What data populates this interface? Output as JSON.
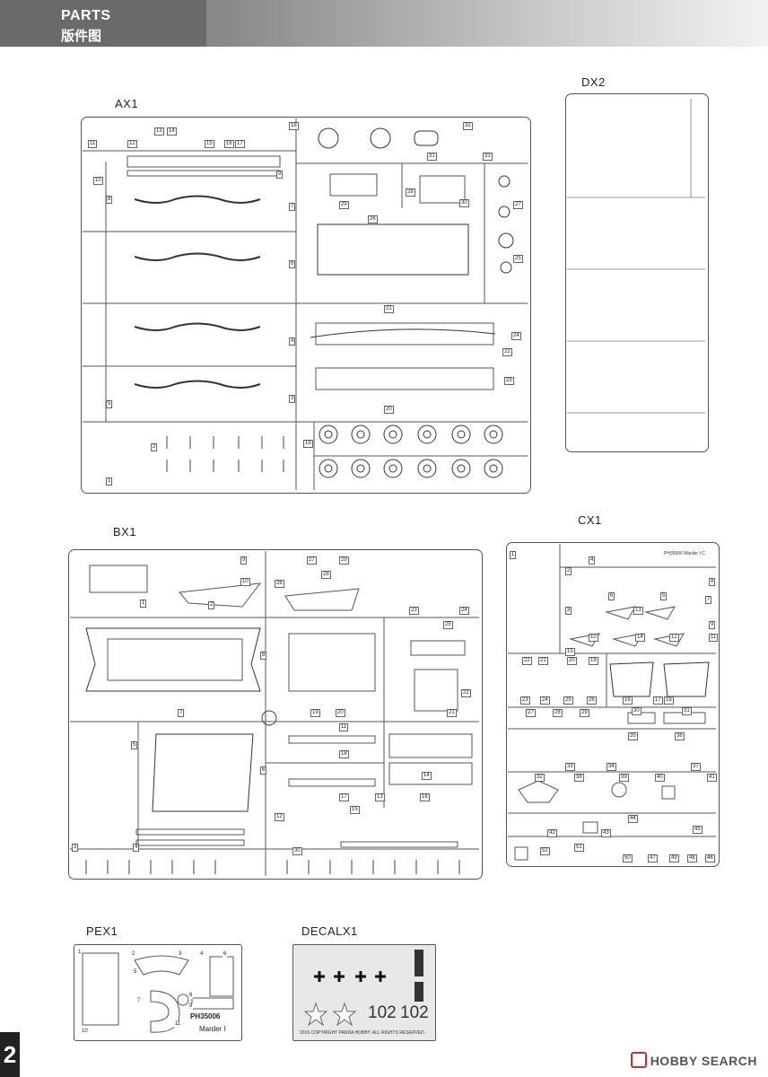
{
  "header": {
    "title_en": "PARTS",
    "title_cn": "版件图"
  },
  "page_number": "2",
  "sprues": {
    "ax1": {
      "label": "AX1",
      "parts": [
        "11",
        "10",
        "12",
        "13",
        "14",
        "15",
        "16",
        "17",
        "18",
        "9",
        "8",
        "7",
        "6",
        "5",
        "4",
        "3",
        "2",
        "1",
        "19",
        "20",
        "21",
        "22",
        "23",
        "24",
        "25",
        "26",
        "27",
        "28",
        "29",
        "30",
        "31",
        "32",
        "33"
      ]
    },
    "dx2": {
      "label": "DX2"
    },
    "bx1": {
      "label": "BX1",
      "parts": [
        "1",
        "2",
        "3",
        "4",
        "5",
        "6",
        "7",
        "8",
        "9",
        "10",
        "11",
        "12",
        "13",
        "14",
        "15",
        "16",
        "17",
        "18",
        "19",
        "20",
        "21",
        "22",
        "23",
        "24",
        "25",
        "26",
        "27",
        "28",
        "29",
        "30"
      ]
    },
    "cx1": {
      "label": "CX1",
      "parts": [
        "1",
        "2",
        "3",
        "4",
        "5",
        "6",
        "7",
        "8",
        "9",
        "10",
        "11",
        "12",
        "13",
        "14",
        "15",
        "16",
        "17",
        "18",
        "19",
        "20",
        "21",
        "22",
        "23",
        "24",
        "25",
        "26",
        "27",
        "28",
        "29",
        "30",
        "31",
        "32",
        "33",
        "34",
        "35",
        "36",
        "37",
        "38",
        "39",
        "40",
        "41",
        "42",
        "43",
        "44",
        "45",
        "46",
        "47",
        "48",
        "49",
        "50",
        "51",
        "52"
      ],
      "code": "PH35006 Marder I C"
    },
    "pex1": {
      "label": "PEX1",
      "code": "PH35006",
      "name": "Marder I",
      "parts": [
        "1",
        "2",
        "3",
        "4",
        "5",
        "6",
        "7",
        "8",
        "9",
        "10",
        "11"
      ]
    },
    "decalx1": {
      "label": "DECALX1",
      "markings": [
        "102",
        "102"
      ],
      "fine_print": "2016 COPYRIGHT PANDA HOBBY. ALL RIGHTS RESERVED."
    }
  },
  "watermark": {
    "text": "HOBBY SEARCH"
  },
  "colors": {
    "header_dark": "#6a6a6a",
    "line": "#555555",
    "page_badge": "#222222"
  }
}
